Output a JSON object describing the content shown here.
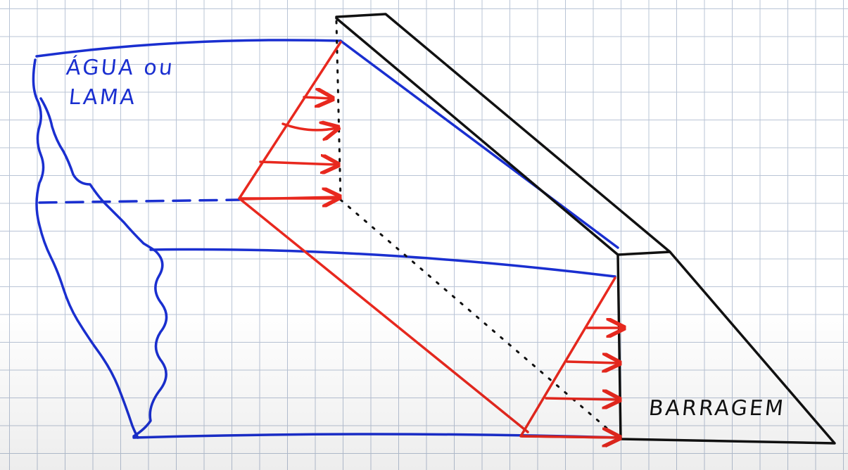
{
  "labels": {
    "material_line1": "ÁGUA ou",
    "material_line2": "LAMA",
    "structure": "BARRAGEM"
  },
  "colors": {
    "water_sediment": "#1a2fd0",
    "pressure": "#e8281e",
    "dam": "#111111",
    "grid": "#b9c4d6"
  }
}
